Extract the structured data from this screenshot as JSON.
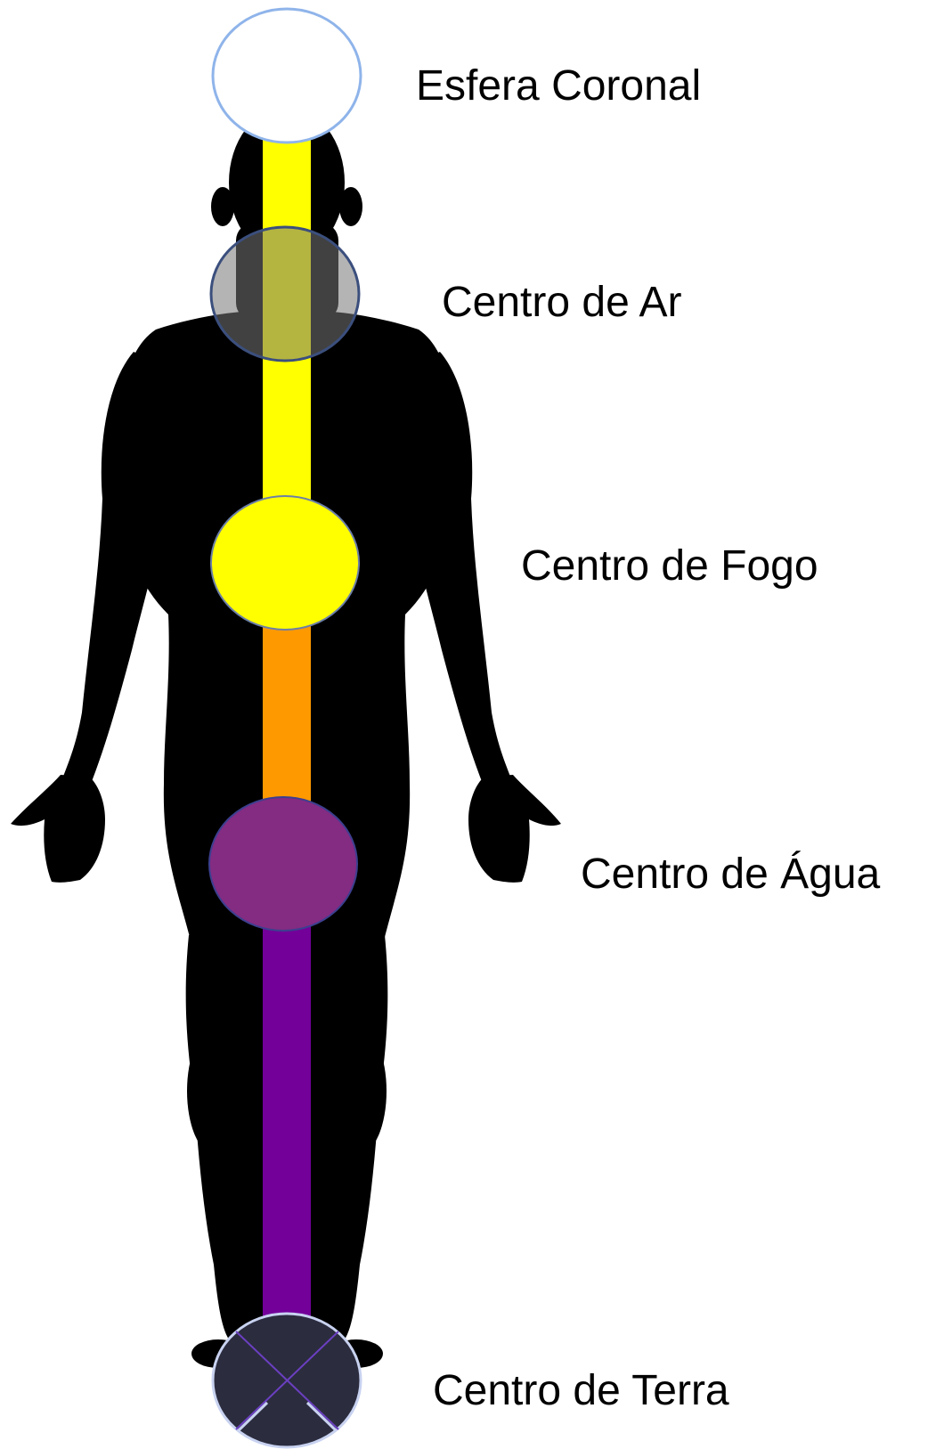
{
  "diagram": {
    "centers": [
      {
        "label": "Esfera Coronal",
        "fill": "#ffffff",
        "stroke": "#8fb4ea"
      },
      {
        "label": "Centro de Ar",
        "fill": "#777777",
        "stroke": "#3b4f7d"
      },
      {
        "label": "Centro de Fogo",
        "fill": "#ffff00",
        "stroke": "#6c7fa8"
      },
      {
        "label": "Centro de Água",
        "fill": "#842b82",
        "stroke": "#3c3f8f"
      },
      {
        "label": "Centro de Terra",
        "fill": "#2b2c3e",
        "stroke": "#c8d2f0"
      }
    ],
    "column_colors": {
      "upper": "#ffff00",
      "middle": "#ff9900",
      "lower": "#720099",
      "silhouette": "#000000"
    }
  }
}
